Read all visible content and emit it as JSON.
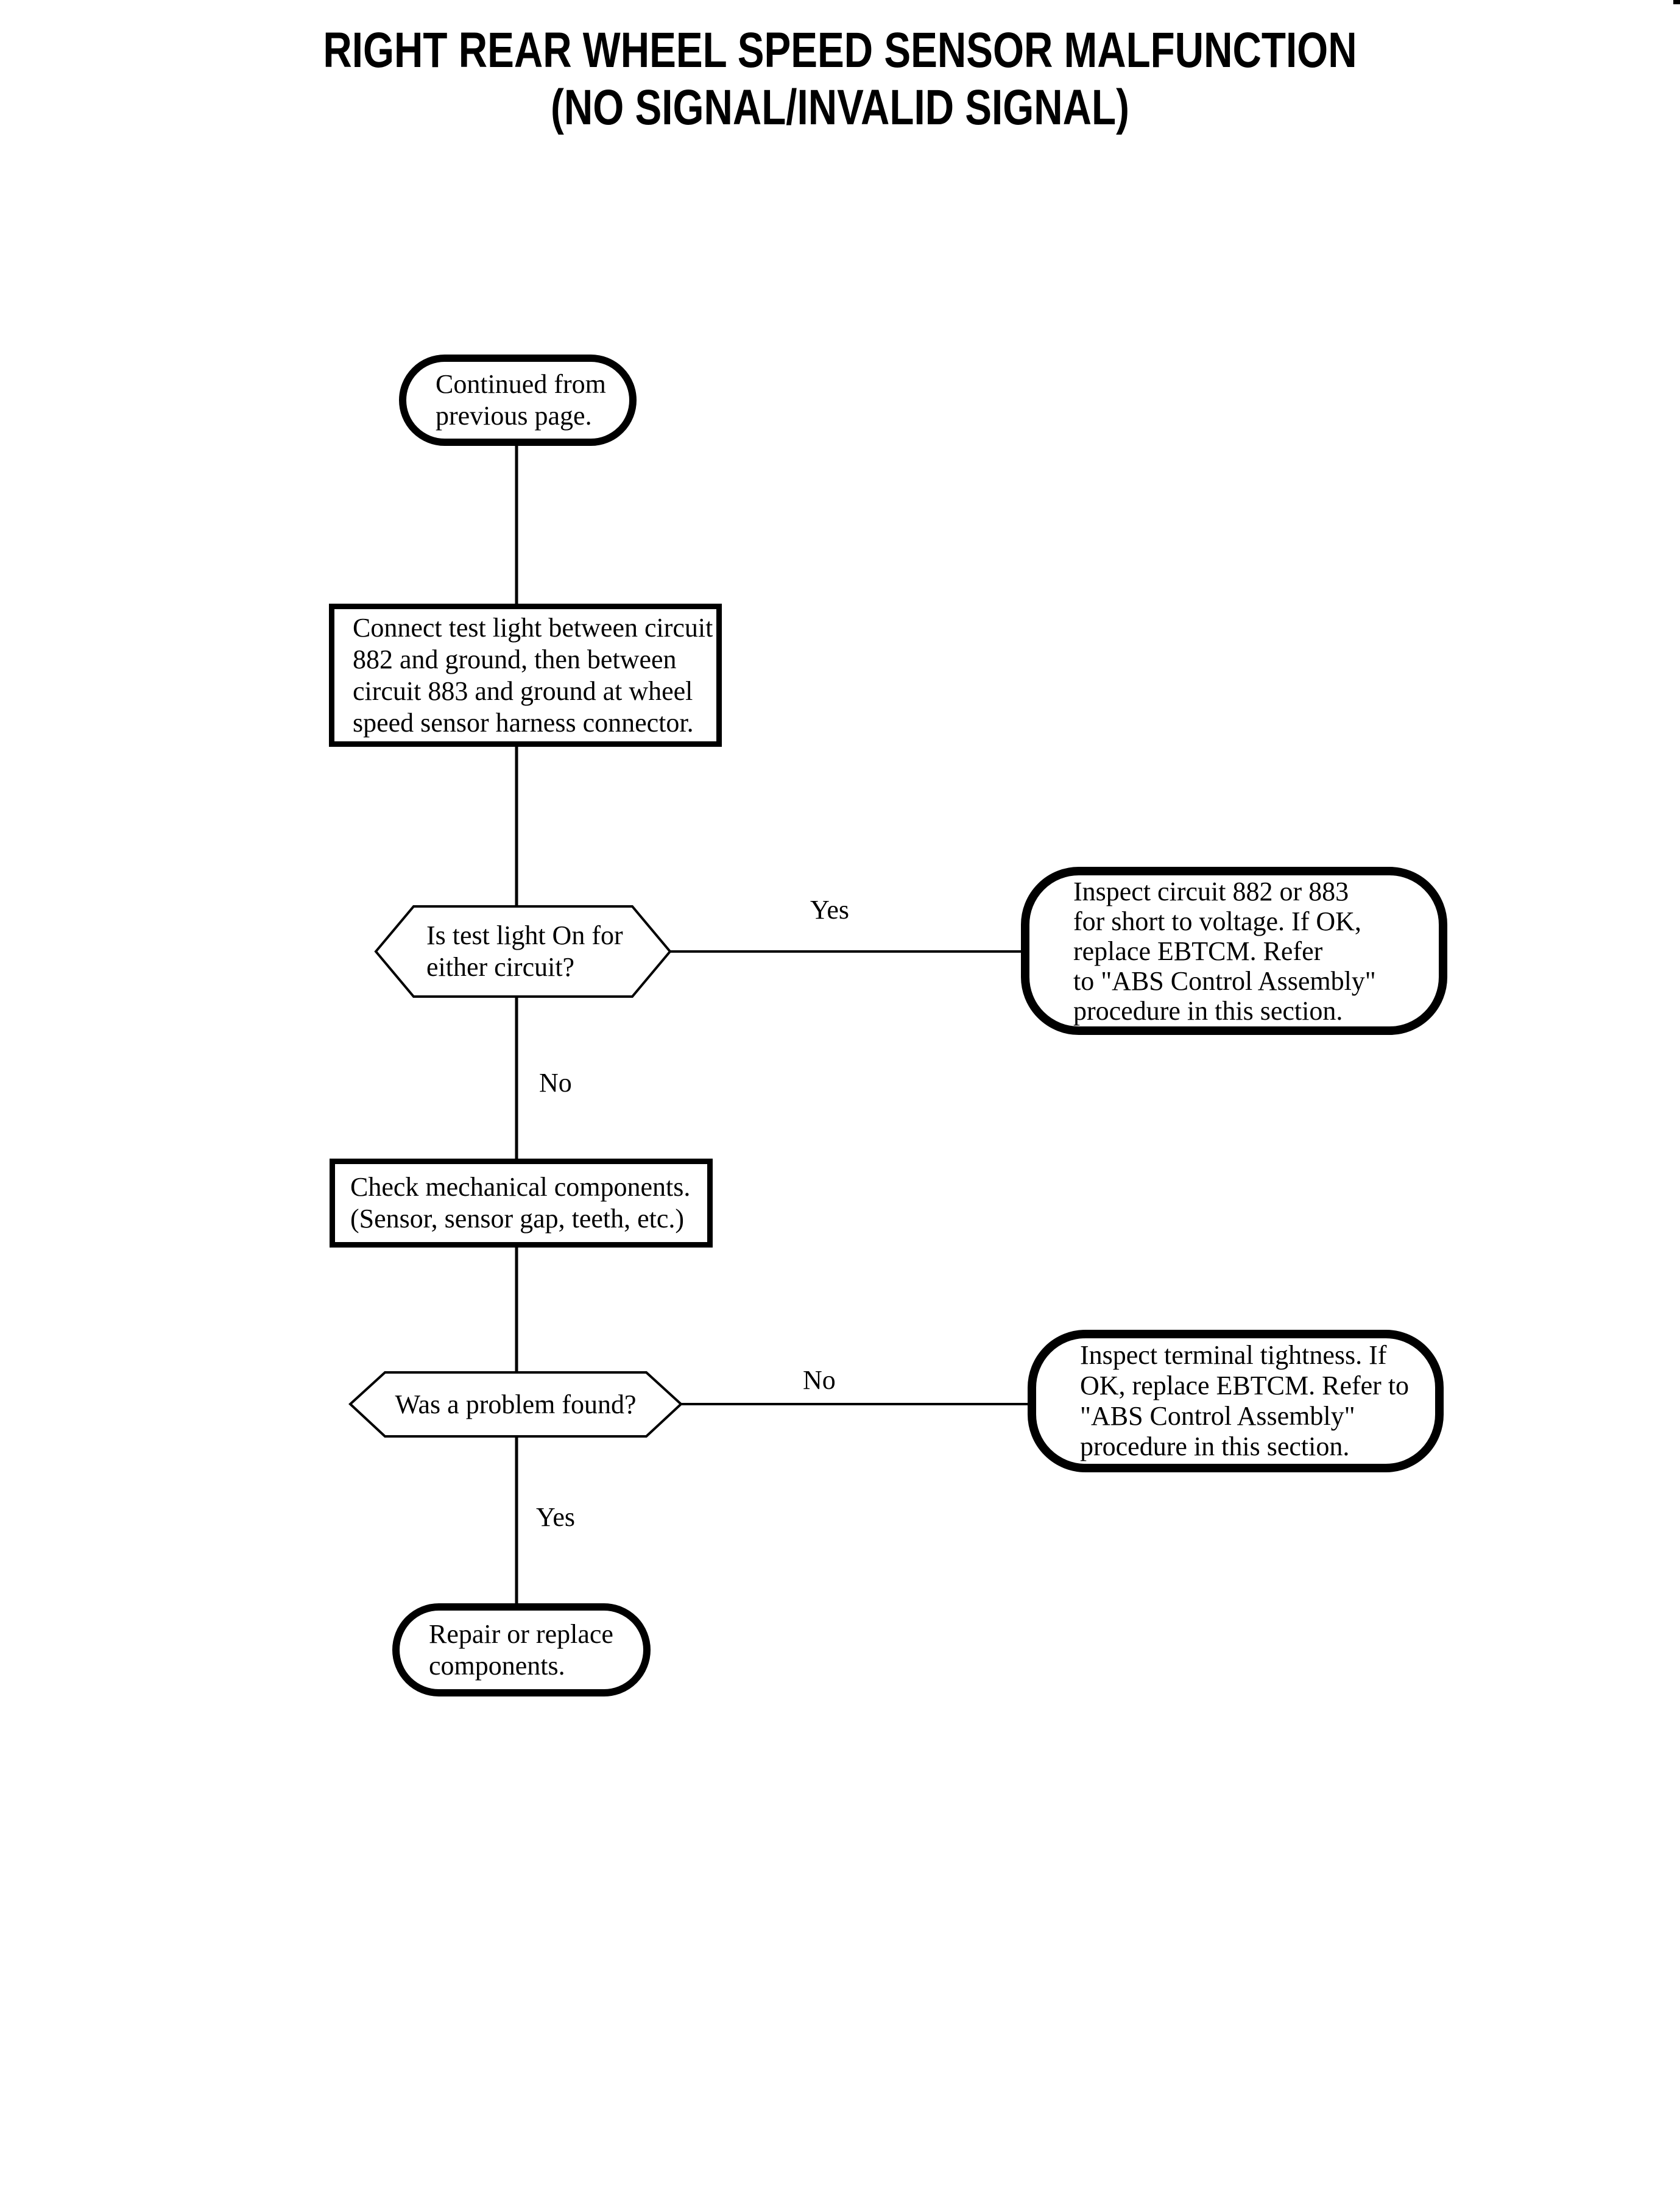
{
  "document": {
    "title_line1": "RIGHT REAR WHEEL SPEED SENSOR MALFUNCTION",
    "title_line2": "(NO SIGNAL/INVALID SIGNAL)"
  },
  "flowchart": {
    "start_terminal": {
      "line1": "Continued from",
      "line2": "previous page."
    },
    "process_connect_test_light": {
      "line1": "Connect test light between circuit",
      "line2": "882 and ground, then between",
      "line3": "circuit 883 and ground at wheel",
      "line4": "speed sensor harness connector."
    },
    "decision_test_light": {
      "line1": "Is test light On for",
      "line2": "either circuit?"
    },
    "label_yes_1": "Yes",
    "label_no_1": "No",
    "action_inspect_circuit": {
      "line1": "Inspect circuit 882 or 883",
      "line2": "for short to voltage. If OK,",
      "line3": "replace EBTCM. Refer",
      "line4": "to \"ABS Control Assembly\"",
      "line5": "procedure in this section."
    },
    "process_check_mechanical": {
      "line1": "Check mechanical components.",
      "line2": "(Sensor, sensor gap, teeth, etc.)"
    },
    "decision_problem_found": {
      "line1": "Was a problem found?"
    },
    "label_no_2": "No",
    "label_yes_2": "Yes",
    "action_inspect_terminal": {
      "line1": "Inspect terminal tightness. If",
      "line2": "OK, replace EBTCM. Refer to",
      "line3": "\"ABS Control Assembly\"",
      "line4": "procedure in this section."
    },
    "end_terminal": {
      "line1": "Repair or replace",
      "line2": "components."
    }
  },
  "colors": {
    "ink": "#000000",
    "paper": "#ffffff"
  }
}
